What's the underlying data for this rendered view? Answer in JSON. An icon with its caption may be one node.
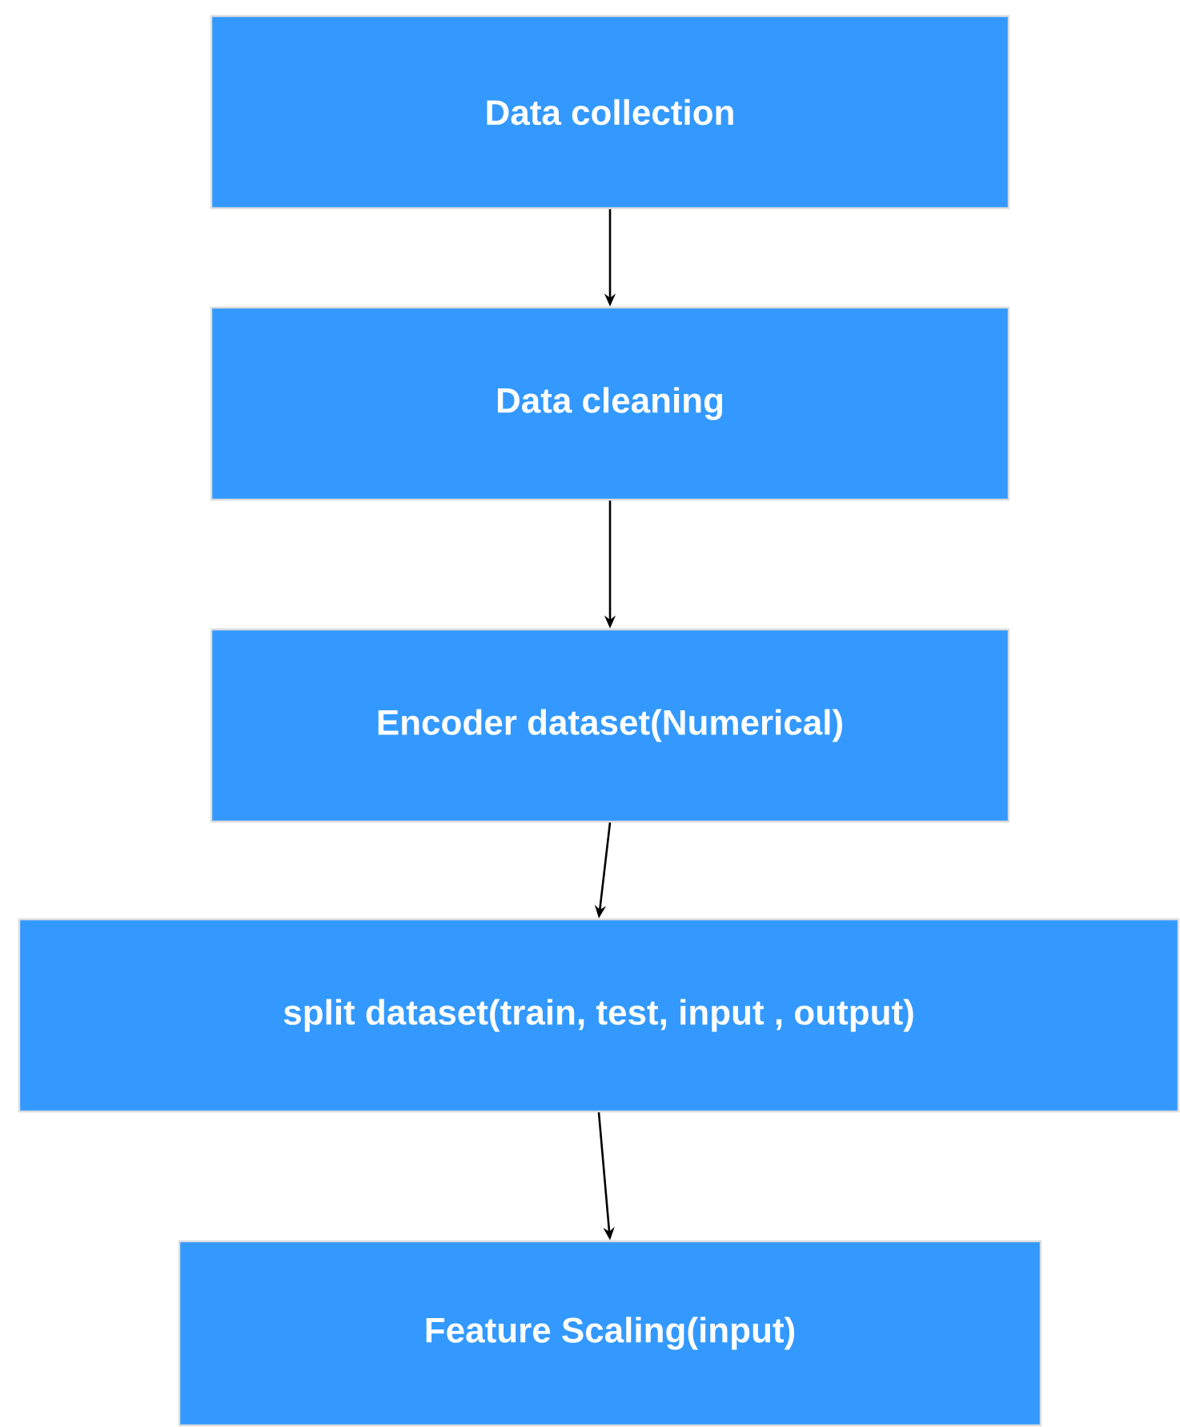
{
  "diagram": {
    "nodes": [
      {
        "text": [
          "Data collection"
        ]
      },
      {
        "text": [
          "Data cleaning"
        ]
      },
      {
        "text": [
          "Encoder dataset(Numerical)"
        ]
      },
      {
        "text": [
          "split dataset(train, test, input , output)"
        ]
      },
      {
        "text": [
          "Feature Scaling(input)"
        ]
      }
    ],
    "edges": [
      {
        "from": 0,
        "to": 1,
        "arrow": "to"
      },
      {
        "from": 1,
        "to": 2,
        "arrow": "to"
      },
      {
        "from": 2,
        "to": 3,
        "arrow": "to"
      },
      {
        "from": 3,
        "to": 4,
        "arrow": "to"
      }
    ]
  }
}
